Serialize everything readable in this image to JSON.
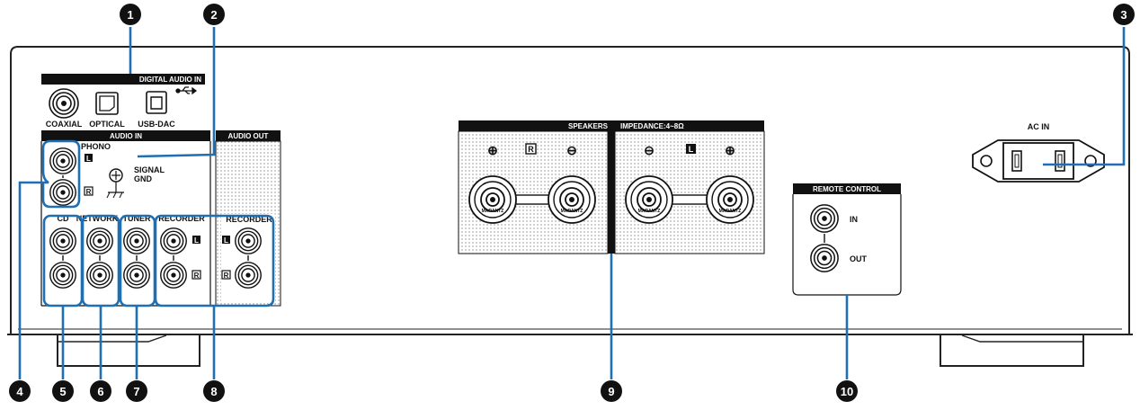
{
  "sections": {
    "digital_audio_in": "DIGITAL AUDIO IN",
    "audio_in": "AUDIO IN",
    "audio_out": "AUDIO OUT",
    "speakers": "SPEAKERS",
    "impedance": "IMPEDANCE:4~8Ω",
    "remote_control": "REMOTE CONTROL",
    "ac_in": "AC IN"
  },
  "jacks": {
    "coaxial": "COAXIAL",
    "optical": "OPTICAL",
    "usb_dac": "USB-DAC",
    "phono": "PHONO",
    "signal": "SIGNAL",
    "gnd": "GND",
    "cd": "CD",
    "network": "NETWORK",
    "tuner": "TUNER",
    "recorder_in": "RECORDER",
    "recorder_out": "RECORDER",
    "remote_in": "IN",
    "remote_out": "OUT"
  },
  "channels": {
    "left": "L",
    "right": "R",
    "plus": "⊕",
    "minus": "⊖"
  },
  "brand": "MARANTZ",
  "callouts": [
    "1",
    "2",
    "3",
    "4",
    "5",
    "6",
    "7",
    "8",
    "9",
    "10"
  ],
  "colors": {
    "callout_line": "#1f6fb2",
    "callout_bubble": "#111111",
    "panel_outline": "#222222",
    "dotted_fill": "#e6e6e6"
  }
}
